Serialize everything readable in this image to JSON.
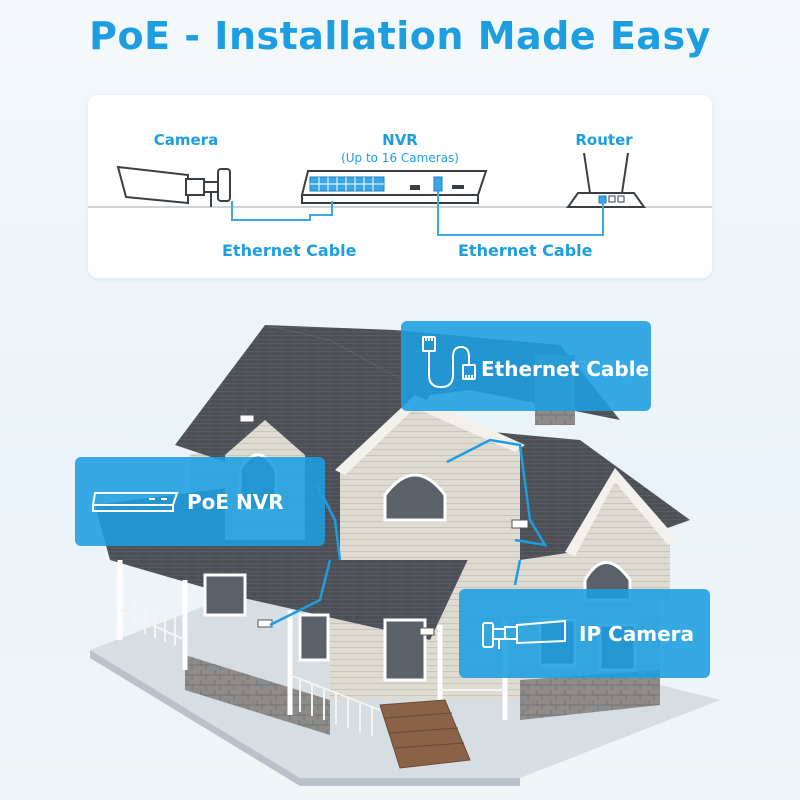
{
  "title": "PoE - Installation Made Easy",
  "diagram": {
    "camera_label": "Camera",
    "nvr_label": "NVR",
    "nvr_sublabel": "(Up to 16 Cameras)",
    "router_label": "Router",
    "cable_left_label": "Ethernet Cable",
    "cable_right_label": "Ethernet Cable"
  },
  "callouts": {
    "ethernet_cable": "Ethernet Cable",
    "poe_nvr": "PoE NVR",
    "ip_camera": "IP Camera"
  },
  "colors": {
    "accent": "#1c9ee0",
    "callout_bg": "#1c9ee0",
    "roof": "#4c4f55",
    "siding": "#dcd9d0"
  }
}
